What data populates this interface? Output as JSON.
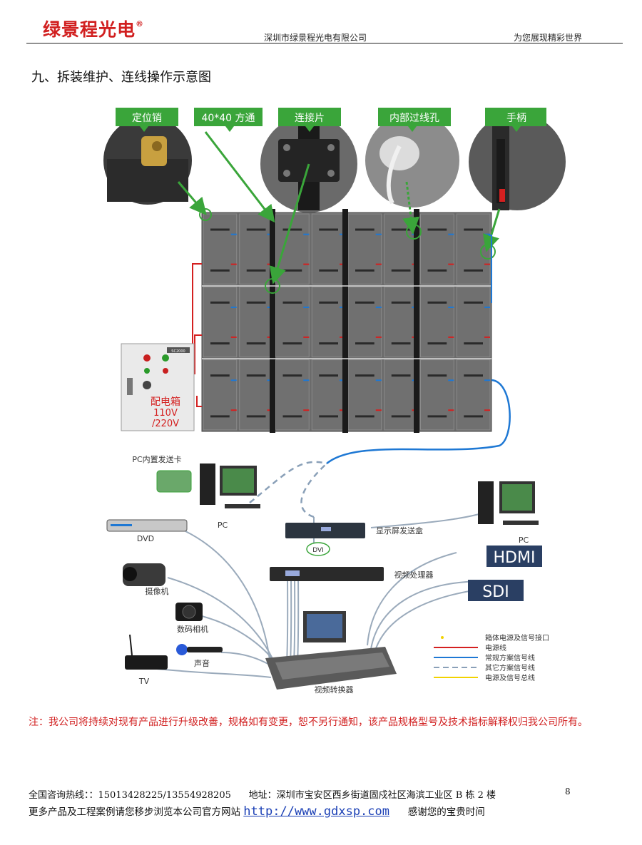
{
  "header": {
    "logo": "绿景程光电",
    "registered_mark": "®",
    "company": "深圳市绿景程光电有限公司",
    "slogan": "为您展现精彩世界"
  },
  "section_title": "九、拆装维护、连线操作示意图",
  "callouts": [
    "定位销",
    "40*40 方通",
    "连接片",
    "内部过线孔",
    "手柄"
  ],
  "power_box": {
    "badge": "SC2000",
    "label": "配电箱",
    "voltage_1": "110V",
    "voltage_2": "/220V"
  },
  "devices": {
    "pc_card": "PC内置发送卡",
    "pc_left": "PC",
    "pc_right": "PC",
    "dvd": "DVD",
    "camcorder": "摄像机",
    "camera": "数码相机",
    "mic": "声音",
    "tv": "TV",
    "sender_box": "显示屏发送盒",
    "dvi": "DVI",
    "processor": "视频处理器",
    "switcher": "视频转换器",
    "hdmi": "HDMI",
    "sdi": "SDI"
  },
  "legend": [
    {
      "label": "箱体电源及信号接口",
      "color": "#f2d200",
      "style": "dot"
    },
    {
      "label": "电源线",
      "color": "#d42020",
      "style": "solid"
    },
    {
      "label": "常规方案信号线",
      "color": "#1e78d4",
      "style": "solid"
    },
    {
      "label": "其它方案信号线",
      "color": "#8aa0b8",
      "style": "dashed"
    },
    {
      "label": "电源及信号总线",
      "color": "#f2d200",
      "style": "solid"
    }
  ],
  "colors": {
    "accent_green": "#3aa53a",
    "brand_red": "#d11f1f",
    "cabinet": "#6b6b6b"
  },
  "note": "注：我公司将持续对现有产品进行升级改善，规格如有变更，恕不另行通知，该产品规格型号及技术指标解释权归我公司所有。",
  "footer": {
    "hotline_label": "全国咨询热线：",
    "hotline": "：15013428225/13554928205",
    "address": "地址：深圳市宝安区西乡街道固戍社区海滨工业区 B 栋 2 楼",
    "more_text": "更多产品及工程案例请您移步浏览本公司官方网站",
    "url": "http://www.gdxsp.com",
    "thanks": "感谢您的宝贵时间",
    "page_number": "8"
  }
}
